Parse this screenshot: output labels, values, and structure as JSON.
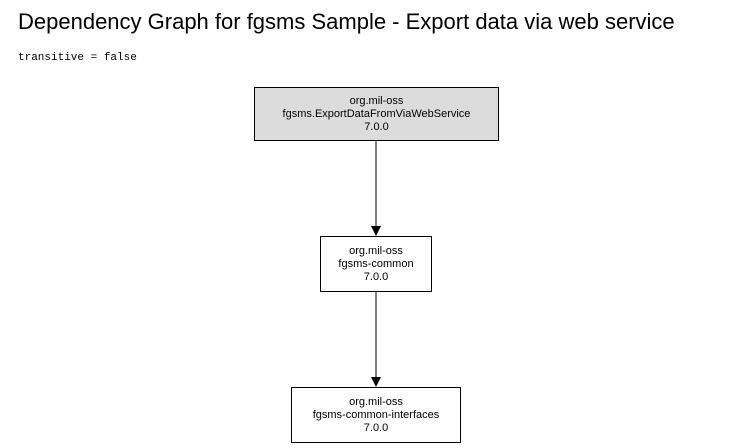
{
  "title": "Dependency Graph for fgsms Sample - Export data via web service",
  "subtitle": "transitive = false",
  "nodes": [
    {
      "group": "org.mil-oss",
      "artifact": "fgsms.ExportDataFromViaWebService",
      "version": "7.0.0",
      "fill": "#dcdcdc"
    },
    {
      "group": "org.mil-oss",
      "artifact": "fgsms-common",
      "version": "7.0.0",
      "fill": "#ffffff"
    },
    {
      "group": "org.mil-oss",
      "artifact": "fgsms-common-interfaces",
      "version": "7.0.0",
      "fill": "#ffffff"
    }
  ],
  "edges": [
    {
      "from": 0,
      "to": 1
    },
    {
      "from": 1,
      "to": 2
    }
  ]
}
